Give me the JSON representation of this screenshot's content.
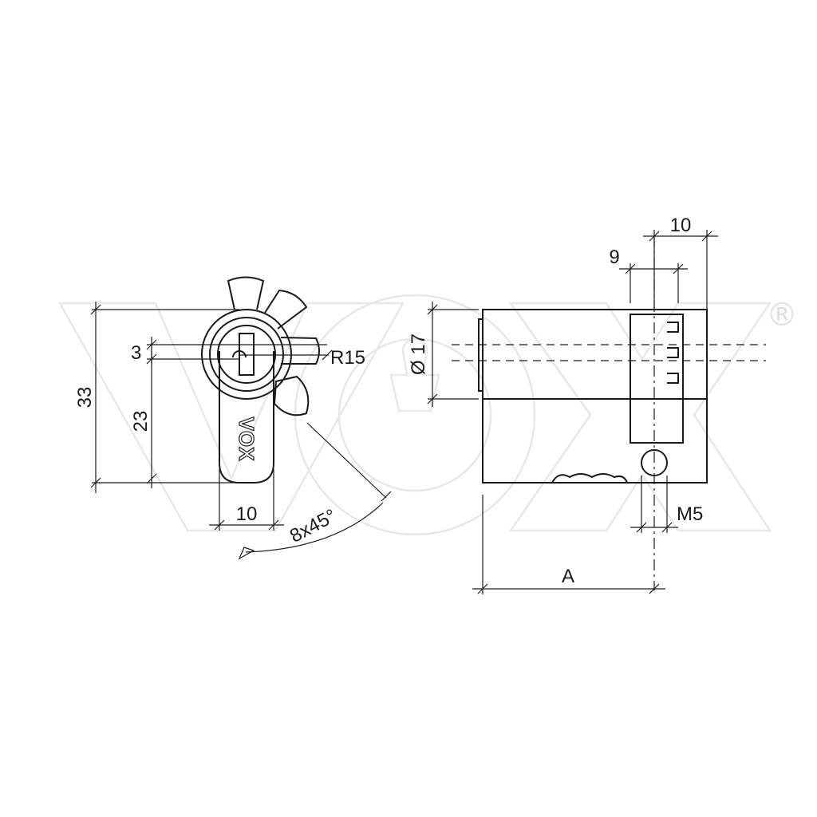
{
  "watermark": {
    "letters": [
      "V",
      "O",
      "X"
    ],
    "registered_mark": "®",
    "outline_color": "#e8e8e8",
    "fill_color": "#fdf4e8"
  },
  "colors": {
    "line": "#1a1a1a",
    "background": "#ffffff"
  },
  "front_view": {
    "logo_text": "VOX",
    "dimensions": {
      "overall_height": "33",
      "lower_height": "23",
      "small_offset": "3",
      "radius": "R15",
      "width": "10",
      "cam_positions": "8x45°"
    }
  },
  "side_view": {
    "dimensions": {
      "diameter": "Ø 17",
      "top_width": "10",
      "top_offset": "9",
      "screw": "M5",
      "length": "A"
    }
  }
}
